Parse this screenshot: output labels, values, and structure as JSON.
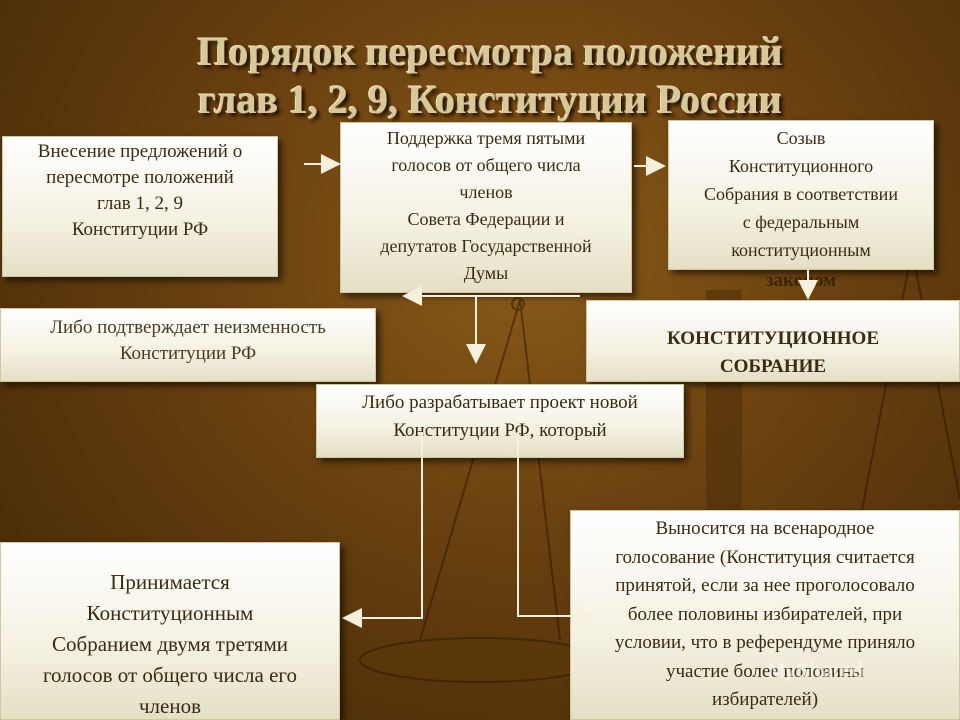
{
  "title": {
    "line1": "Порядок пересмотра положений",
    "line2": "глав 1, 2, 9, Конституции России"
  },
  "boxes": {
    "proposal": {
      "lines": [
        "Внесение предложений о",
        "пересмотре положений",
        "глав 1, 2, 9",
        "Конституции РФ"
      ]
    },
    "support": {
      "lines": [
        "Поддержка тремя пятыми",
        "голосов от общего числа",
        "членов",
        "Совета Федерации и",
        "депутатов Государственной",
        "Думы"
      ]
    },
    "convocation": {
      "lines": [
        "Созыв",
        "Конституционного",
        "Собрания в соответствии",
        "с федеральным",
        "конституционным"
      ],
      "overflow": "законом"
    },
    "confirm": {
      "lines": [
        "Либо подтверждает неизменность",
        "Конституции РФ"
      ]
    },
    "assembly": {
      "lines": [
        "КОНСТИТУЦИОННОЕ",
        "СОБРАНИЕ"
      ]
    },
    "draft": {
      "lines": [
        "Либо разрабатывает проект новой",
        "Конституции РФ, который"
      ]
    },
    "adopted": {
      "lines": [
        "Принимается",
        "Конституционным",
        "Собранием двумя третями",
        "голосов от общего числа его",
        "членов"
      ]
    },
    "referendum": {
      "lines": [
        "Выносится на всенародное",
        "голосование (Конституция считается",
        "принятой, если за нее проголосовало",
        "более половины избирателей,  при",
        "условии, что в референдуме приняло",
        "участие более половины",
        "избирателей)"
      ]
    }
  },
  "watermark": "MyShared",
  "colors": {
    "background": "#6b4210",
    "title": "#d8c898",
    "box": "#f4f1e2",
    "text": "#3a2a10",
    "connector": "#f6f0dc"
  }
}
